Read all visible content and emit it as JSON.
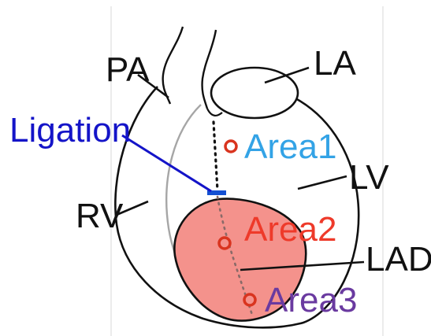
{
  "diagram": {
    "labels": {
      "pa": "PA",
      "la": "LA",
      "ligation": "Ligation",
      "area1": "Area1",
      "lv": "LV",
      "rv": "RV",
      "area2": "Area2",
      "lad": "LAD",
      "area3": "Area3"
    },
    "colors": {
      "outline": "#111111",
      "infarct_fill": "#f4928c",
      "ligation": "#1414c8",
      "ligation_marker": "#1450d2",
      "area1": "#33a3e6",
      "area2": "#ee3a2a",
      "area3": "#6a3aa0",
      "marker_ring": "#d9341f",
      "septum_line": "#a6a6a6",
      "frame_line": "#dedede"
    }
  }
}
